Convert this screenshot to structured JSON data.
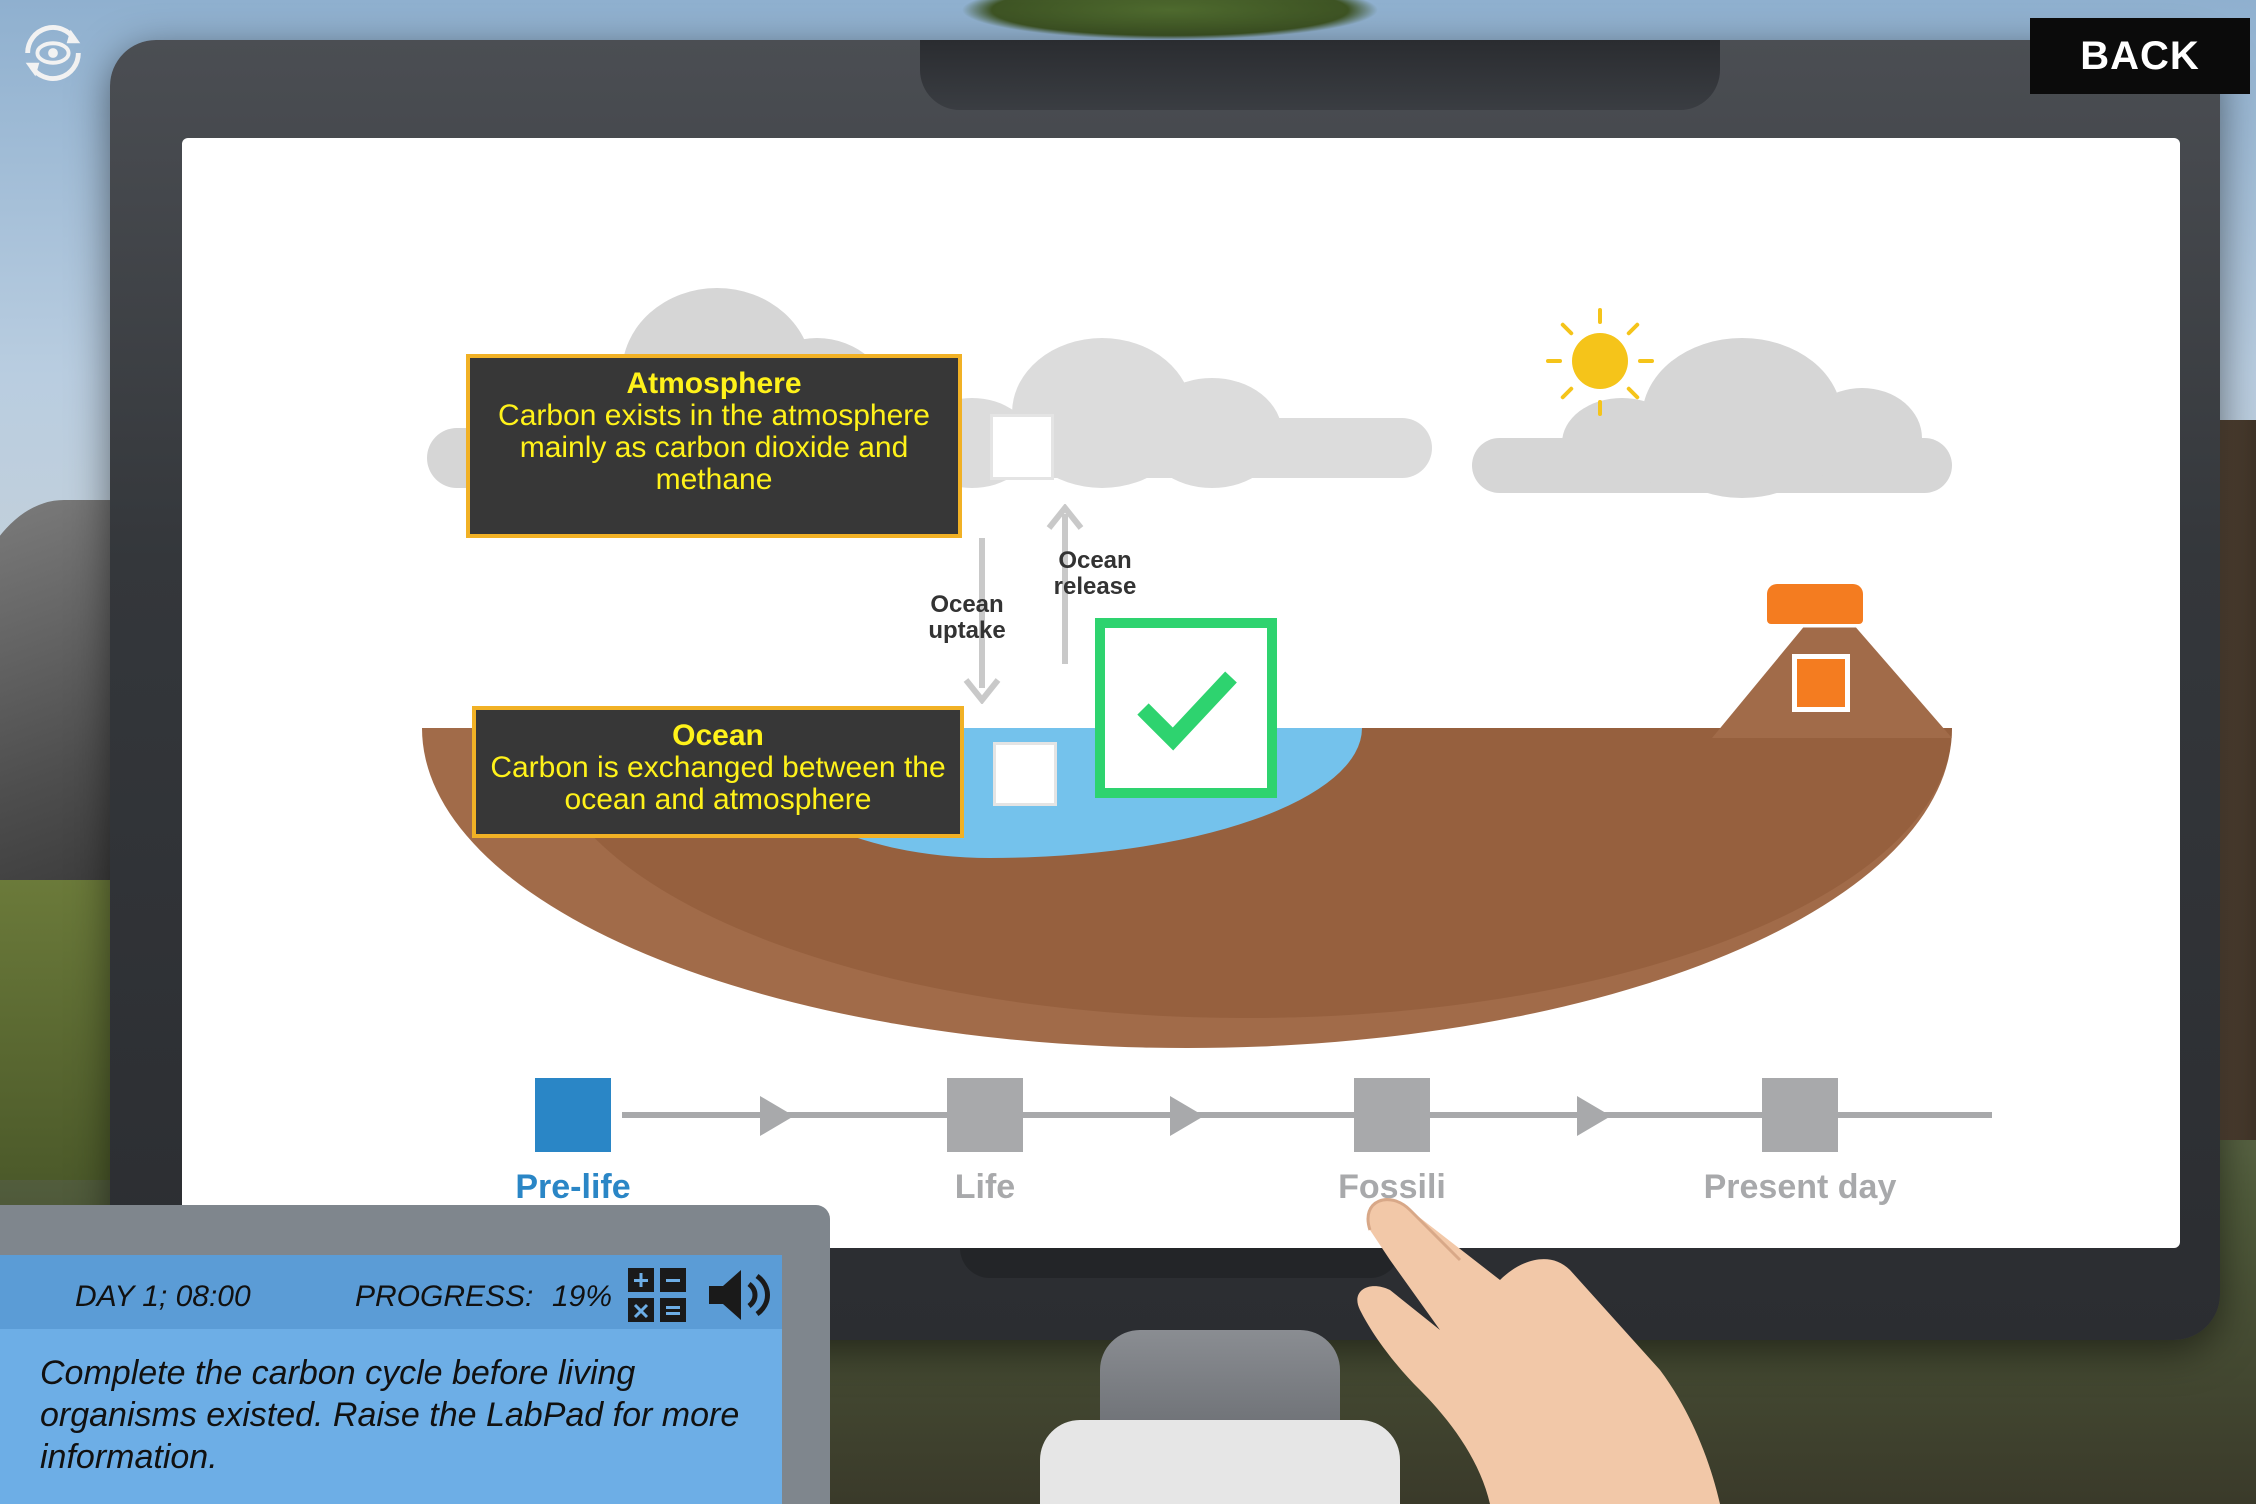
{
  "header": {
    "back_label": "BACK",
    "view_icon": "eye-rotate-icon"
  },
  "diagram": {
    "atmosphere": {
      "title": "Atmosphere",
      "text": "Carbon exists in the atmosphere mainly as carbon dioxide and methane"
    },
    "ocean": {
      "title": "Ocean",
      "text": "Carbon is exchanged between the ocean and atmosphere"
    },
    "flows": {
      "uptake": "Ocean uptake",
      "release": "Ocean release"
    },
    "check_icon": "checkmark-icon",
    "colors": {
      "check": "#2ed36f",
      "info_border": "#f1b125",
      "info_text": "#fff21a",
      "ocean": "#74c2ec",
      "earth": "#a16b49",
      "volcano_marker": "#f47c20"
    }
  },
  "timeline": {
    "stages": [
      {
        "label": "Pre-life",
        "active": true
      },
      {
        "label": "Life",
        "active": false
      },
      {
        "label": "Fossili",
        "active": false
      },
      {
        "label": "Present day",
        "active": false
      }
    ],
    "active_color": "#2a86c6",
    "inactive_color": "#a8a9ab"
  },
  "labpad": {
    "day": "DAY 1; 08:00",
    "progress_label": "PROGRESS:",
    "progress_value": "19%",
    "task": "Complete the carbon cycle before living organisms existed. Raise the LabPad for more information.",
    "calculator_icon": "calculator-icon",
    "speaker_icon": "speaker-icon"
  }
}
